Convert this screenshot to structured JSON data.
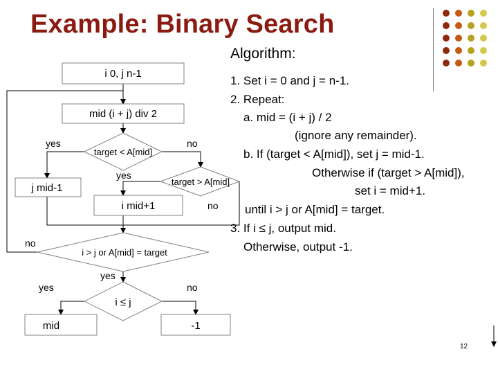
{
  "slide": {
    "title": "Example: Binary Search",
    "page_number": "12",
    "accent_color": "#8b1a10",
    "decor_colors": [
      "#8b2a0c",
      "#c55a11",
      "#b8a020",
      "#d4c84a"
    ]
  },
  "algorithm": {
    "heading": "Algorithm:",
    "lines": [
      "1. Set i = 0 and j = n-1.",
      "2. Repeat:",
      "a. mid = (i + j) / 2",
      "(ignore any remainder).",
      "b. If (target < A[mid]), set j = mid-1.",
      "Otherwise if (target > A[mid]),",
      "set i = mid+1.",
      "until i > j or A[mid] = target.",
      "3. If i ≤ j, output mid.",
      "Otherwise, output -1."
    ]
  },
  "flowchart": {
    "nodes": {
      "init": "i  0, j  n-1",
      "mid": "mid (i + j) div 2",
      "cmp_less": "target < A[mid]",
      "cmp_greater": "target > A[mid]",
      "set_j": "j  mid-1",
      "set_i": "i  mid+1",
      "loop_cond": "i > j or A[mid] = target",
      "final_cond": "i ≤ j",
      "out_mid": "mid",
      "out_neg": "-1"
    },
    "labels": {
      "yes_less": "yes",
      "no_less": "no",
      "yes_greater": "yes",
      "no_greater": "no",
      "no_loop": "no",
      "yes_loop": "yes",
      "yes_final": "yes",
      "no_final": "no"
    }
  }
}
